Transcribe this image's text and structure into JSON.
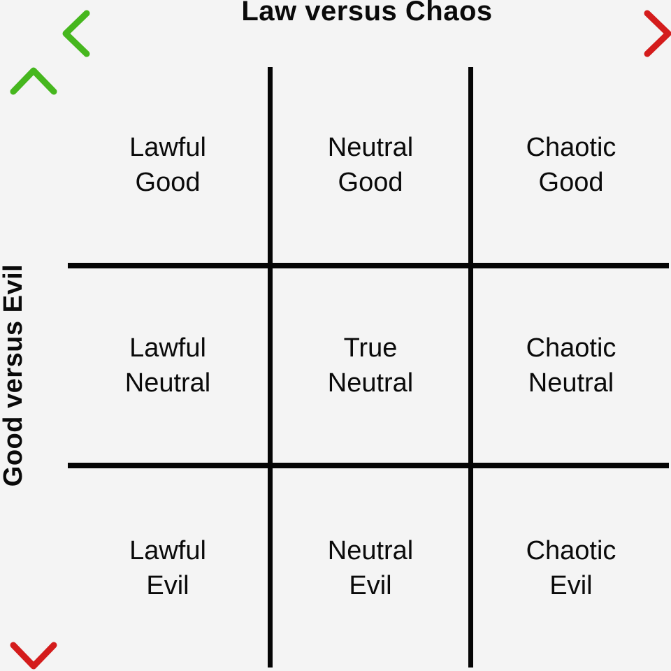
{
  "axes": {
    "horizontal": {
      "label": "Law versus Chaos"
    },
    "vertical": {
      "label": "Good versus Evil"
    }
  },
  "grid": {
    "rows": [
      {
        "cells": [
          {
            "line1": "Lawful",
            "line2": "Good"
          },
          {
            "line1": "Neutral",
            "line2": "Good"
          },
          {
            "line1": "Chaotic",
            "line2": "Good"
          }
        ]
      },
      {
        "cells": [
          {
            "line1": "Lawful",
            "line2": "Neutral"
          },
          {
            "line1": "True",
            "line2": "Neutral"
          },
          {
            "line1": "Chaotic",
            "line2": "Neutral"
          }
        ]
      },
      {
        "cells": [
          {
            "line1": "Lawful",
            "line2": "Evil"
          },
          {
            "line1": "Neutral",
            "line2": "Evil"
          },
          {
            "line1": "Chaotic",
            "line2": "Evil"
          }
        ]
      }
    ]
  },
  "colors": {
    "good_green": "#46b71e",
    "evil_red": "#d41c1c",
    "line_black": "#050505",
    "background": "#f4f4f4"
  }
}
